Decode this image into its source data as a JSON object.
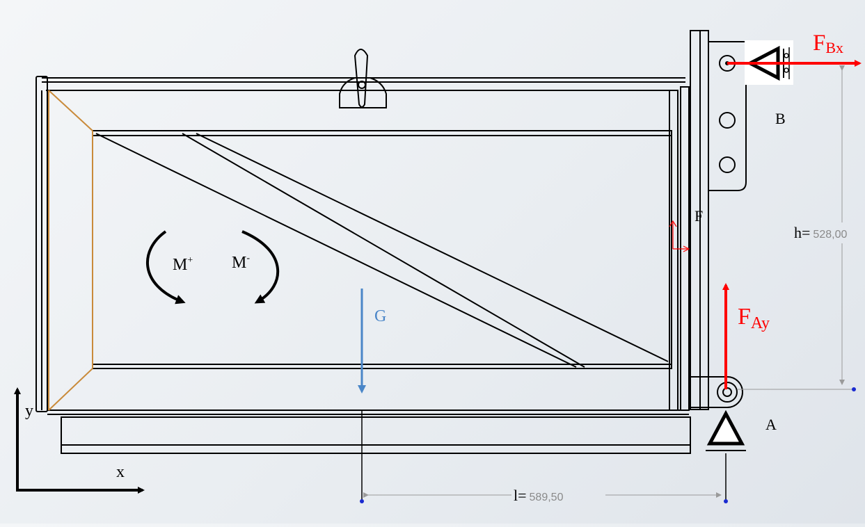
{
  "labels": {
    "fbx_main": "F",
    "fbx_sub": "Bx",
    "fay_main": "F",
    "fay_sub": "Ay",
    "point_b": "B",
    "point_a": "A",
    "point_f": "F",
    "gravity": "G",
    "m_plus_main": "M",
    "m_plus_sup": "+",
    "m_minus_main": "M",
    "m_minus_sup": "-",
    "axis_x": "x",
    "axis_y": "y"
  },
  "dimensions": {
    "h_label": "h=",
    "h_value": "528,00",
    "l_label": "l=",
    "l_value": "589,50"
  },
  "colors": {
    "force": "#ff0000",
    "gravity": "#4a86c8",
    "frame": "#000000",
    "brace": "#c98a3a",
    "dimension": "#9a9a9a",
    "dimension_dot": "#1a2ad0"
  }
}
